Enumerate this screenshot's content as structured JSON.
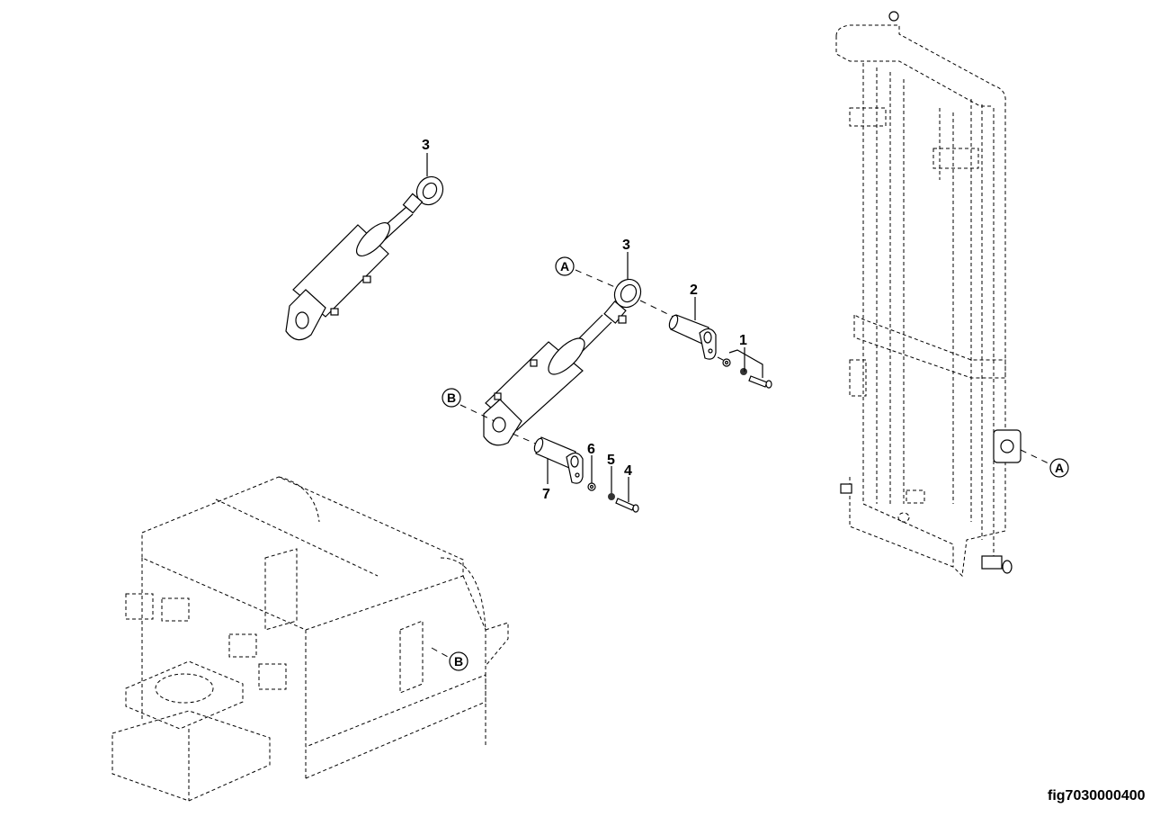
{
  "figure_id": "fig7030000400",
  "callouts": {
    "item_3_top": "3",
    "item_3": "3",
    "item_2": "2",
    "item_1": "1",
    "item_6": "6",
    "item_5": "5",
    "item_4": "4",
    "item_7": "7"
  },
  "references": {
    "a_left": "A",
    "b_left": "B",
    "a_right": "A",
    "b_bottom": "B"
  }
}
